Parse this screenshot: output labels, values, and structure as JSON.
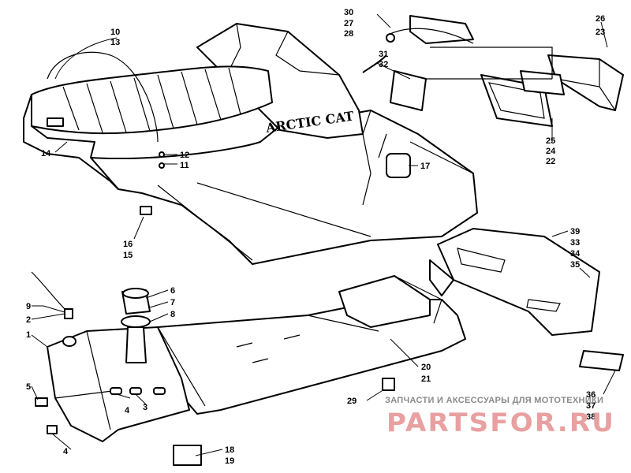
{
  "brand_text": "ARCTIC CAT",
  "watermark": {
    "caption": "ЗАПЧАСТИ И АКСЕССУАРЫ ДЛЯ МОТОТЕХНИКИ",
    "logo": "PARTSFOR.RU"
  },
  "callouts": {
    "c1": "1",
    "c2": "2",
    "c3": "3",
    "c4a": "4",
    "c4b": "4",
    "c5": "5",
    "c6": "6",
    "c7": "7",
    "c8": "8",
    "c9": "9",
    "c10": "10",
    "c11": "11",
    "c12": "12",
    "c13": "13",
    "c14": "14",
    "c15": "15",
    "c16": "16",
    "c17": "17",
    "c18": "18",
    "c19": "19",
    "c20": "20",
    "c21": "21",
    "c22": "22",
    "c23": "23",
    "c24": "24",
    "c25": "25",
    "c26": "26",
    "c27": "27",
    "c28": "28",
    "c29": "29",
    "c30": "30",
    "c31": "31",
    "c32": "32",
    "c33": "33",
    "c34": "34",
    "c35": "35",
    "c36": "36",
    "c37": "37",
    "c38": "38",
    "c39": "39"
  },
  "colors": {
    "line": "#000000",
    "watermark_caption": "#8a8a8a",
    "watermark_logo": "#e8a0a0"
  }
}
